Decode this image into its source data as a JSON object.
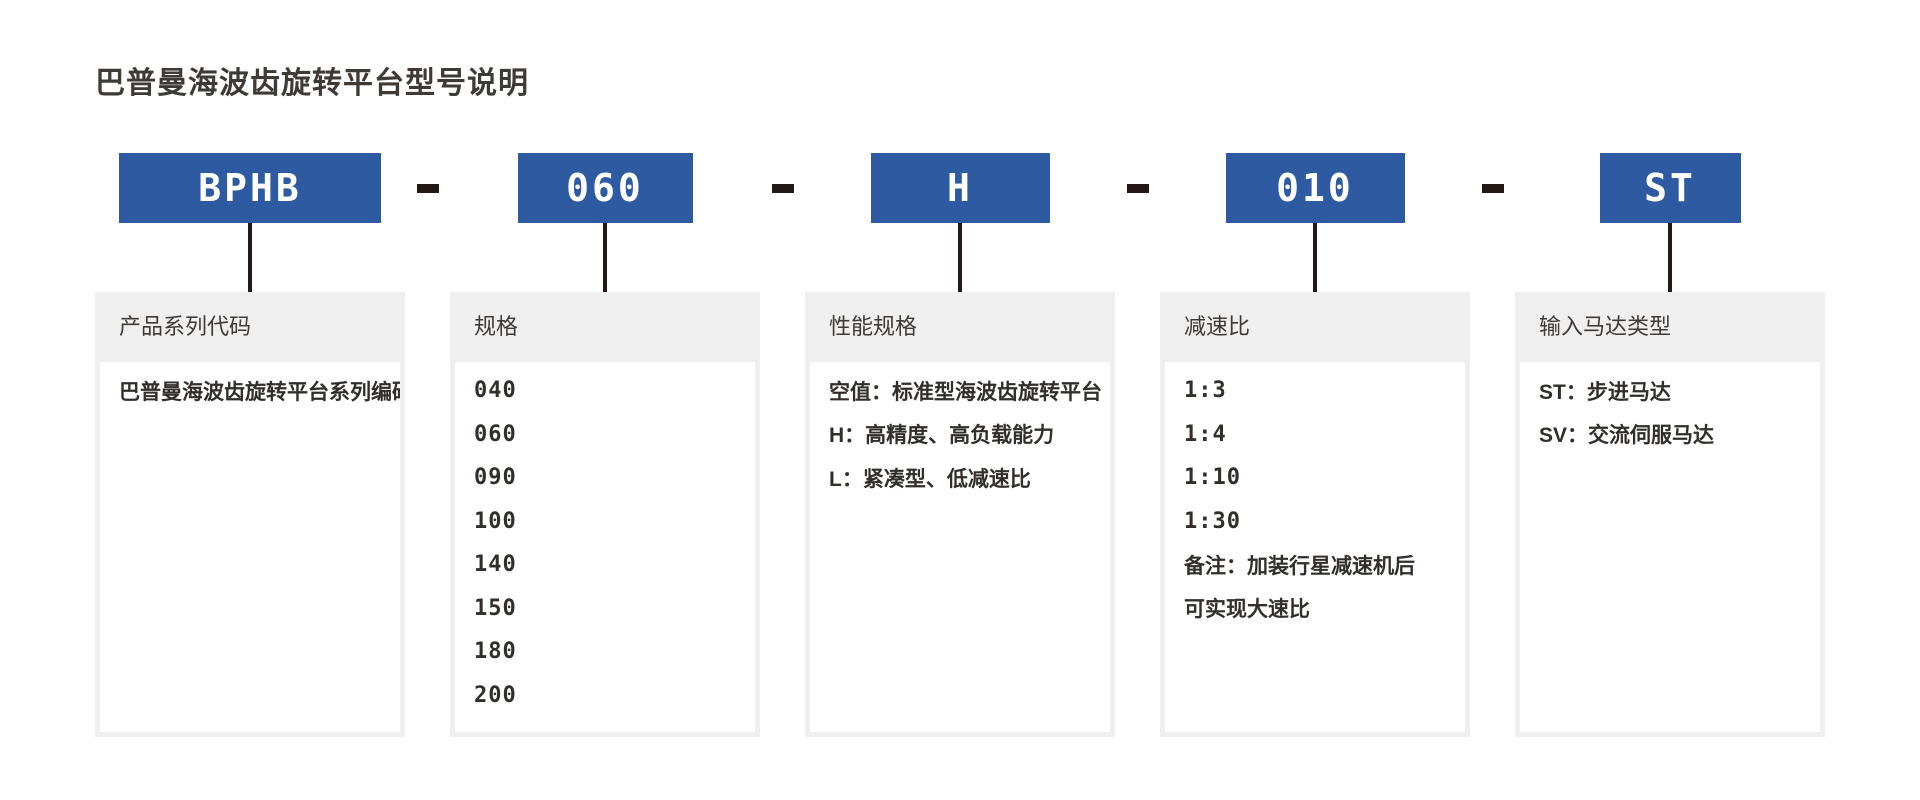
{
  "title": "巴普曼海波齿旋转平台型号说明",
  "model": {
    "segments": [
      "BPHB",
      "060",
      "H",
      "010",
      "ST"
    ],
    "separator": "-"
  },
  "cards": [
    {
      "header": "产品系列代码",
      "lines": [
        "巴普曼海波齿旋转平台系列编码"
      ]
    },
    {
      "header": "规格",
      "lines": [
        "040",
        "060",
        "090",
        "100",
        "140",
        "150",
        "180",
        "200"
      ]
    },
    {
      "header": "性能规格",
      "lines": [
        "空值：标准型海波齿旋转平台",
        "H：高精度、高负载能力",
        "L：紧凑型、低减速比"
      ]
    },
    {
      "header": "减速比",
      "lines": [
        "1:3",
        "1:4",
        "1:10",
        "1:30",
        "备注：加装行星减速机后",
        "可实现大速比"
      ]
    },
    {
      "header": "输入马达类型",
      "lines": [
        "ST：步进马达",
        "SV：交流伺服马达"
      ]
    }
  ],
  "colors": {
    "accent_blue": "#2d5aa0",
    "ink": "#231815",
    "card_frame": "#efefef",
    "text": "#3f3a36",
    "text_strong": "#332e2b",
    "background": "#ffffff"
  }
}
